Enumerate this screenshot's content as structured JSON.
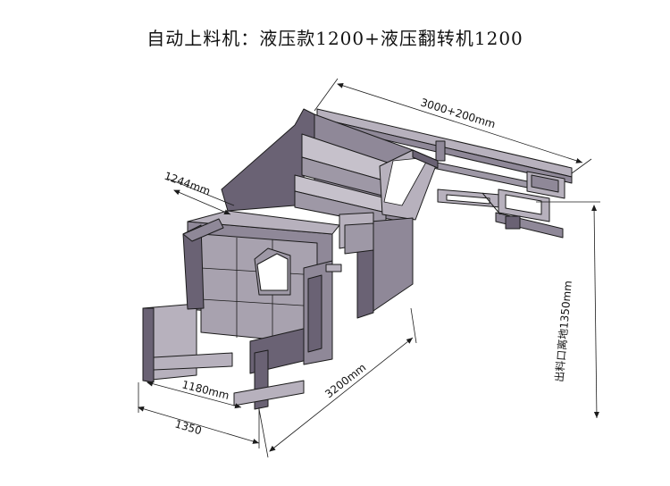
{
  "title": "自动上料机：液压款1200+液压翻转机1200",
  "dimensions": {
    "total_length": "3000+200mm",
    "hopper_width": "1244mm",
    "outlet_height": "出料口离地1350mm",
    "base_length": "3200mm",
    "inner_width": "1180mm",
    "outer_width": "1350"
  },
  "colors": {
    "metal_light": "#b7b1bd",
    "metal_mid": "#8f8898",
    "metal_dark": "#6a6274",
    "outline": "#1b1b1b",
    "background": "#ffffff"
  }
}
